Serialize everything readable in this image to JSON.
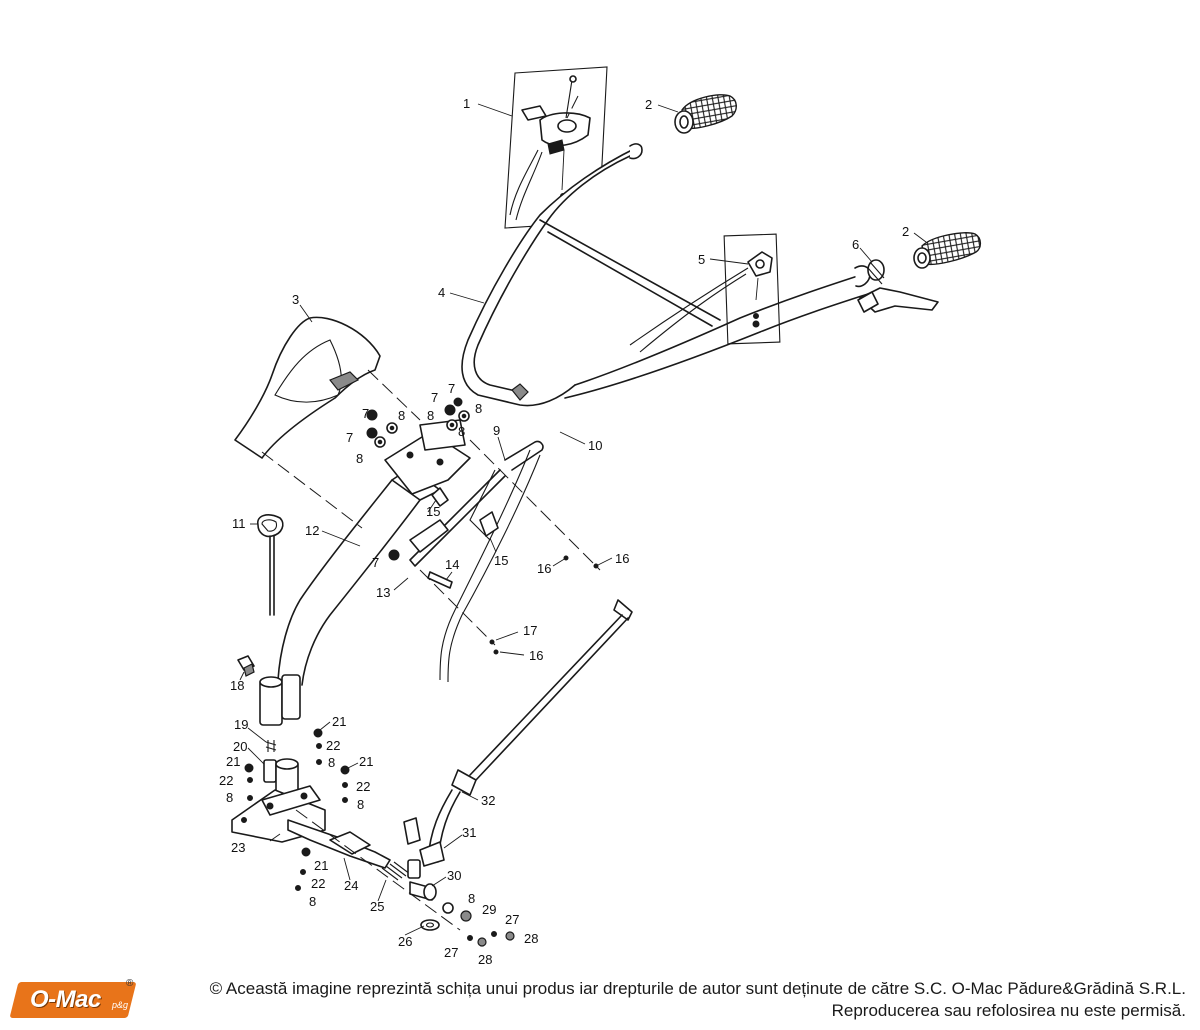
{
  "diagram": {
    "labels": {
      "l1": "1",
      "l2a": "2",
      "l2b": "2",
      "l3": "3",
      "l4": "4",
      "l5": "5",
      "l6": "6",
      "l7a": "7",
      "l7b": "7",
      "l7c": "7",
      "l7d": "7",
      "l7e": "7",
      "l8a": "8",
      "l8b": "8",
      "l8c": "8",
      "l8d": "8",
      "l8e": "8",
      "l9": "9",
      "l10": "10",
      "l11": "11",
      "l12": "12",
      "l13": "13",
      "l14": "14",
      "l15a": "15",
      "l15b": "15",
      "l16a": "16",
      "l16b": "16",
      "l16c": "16",
      "l17": "17",
      "l18": "18",
      "l19": "19",
      "l20": "20",
      "l21a": "21",
      "l21b": "21",
      "l21c": "21",
      "l21d": "21",
      "l22a": "22",
      "l22b": "22",
      "l22c": "22",
      "l22d": "22",
      "l8f": "8",
      "l8g": "8",
      "l8h": "8",
      "l8i": "8",
      "l8j": "8",
      "l23": "23",
      "l24": "24",
      "l25": "25",
      "l26": "26",
      "l27a": "27",
      "l27b": "27",
      "l28a": "28",
      "l28b": "28",
      "l29": "29",
      "l30": "30",
      "l31": "31",
      "l32": "32"
    }
  },
  "footer": {
    "logo_text": "O-Mac",
    "logo_sub": "p&g",
    "logo_reg": "®",
    "copyright_line1": "© Această imagine reprezintă schița unui produs iar drepturile de autor sunt deținute de către S.C. O-Mac Pădure&Grădină S.R.L.",
    "copyright_line2": "Reproducerea sau refolosirea nu este permisă."
  }
}
